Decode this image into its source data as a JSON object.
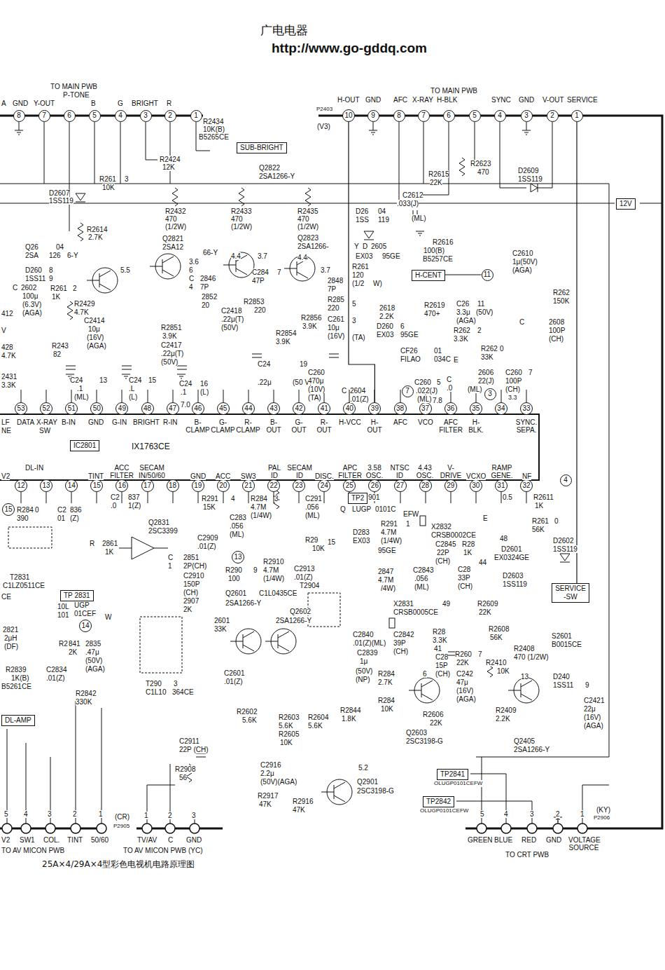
{
  "diagram": {
    "caption": "25A×4/29A×4型彩色电视机电路原理图",
    "nodes": [
      {
        "text": [
          "8"
        ]
      },
      {
        "text": [
          "7"
        ]
      },
      {
        "text": [
          "6"
        ]
      },
      {
        "text": [
          "5"
        ]
      },
      {
        "text": [
          "4"
        ]
      },
      {
        "text": [
          "3"
        ]
      },
      {
        "text": [
          "2"
        ]
      },
      {
        "text": [
          "1"
        ]
      },
      {
        "text": [
          "SUB-BRIGHT"
        ]
      },
      {
        "text": [
          "10"
        ]
      },
      {
        "text": [
          "9"
        ]
      },
      {
        "text": [
          "8"
        ]
      },
      {
        "text": [
          "7"
        ]
      },
      {
        "text": [
          "6"
        ]
      },
      {
        "text": [
          "5"
        ]
      },
      {
        "text": [
          "4"
        ]
      },
      {
        "text": [
          "3"
        ]
      },
      {
        "text": [
          "2"
        ]
      },
      {
        "text": [
          "1"
        ]
      },
      {
        "text": [
          "12V"
        ]
      },
      {
        "text": [
          "11"
        ]
      },
      {
        "text": [
          "H-CENT"
        ]
      },
      {
        "text": [
          "7"
        ]
      },
      {
        "text": [
          "3"
        ]
      },
      {
        "text": [
          "53"
        ]
      },
      {
        "text": [
          "52"
        ]
      },
      {
        "text": [
          "51"
        ]
      },
      {
        "text": [
          "50"
        ]
      },
      {
        "text": [
          "49"
        ]
      },
      {
        "text": [
          "48"
        ]
      },
      {
        "text": [
          "47"
        ]
      },
      {
        "text": [
          "46"
        ]
      },
      {
        "text": [
          "45"
        ]
      },
      {
        "text": [
          "44"
        ]
      },
      {
        "text": [
          "43"
        ]
      },
      {
        "text": [
          "42"
        ]
      },
      {
        "text": [
          "41"
        ]
      },
      {
        "text": [
          "40"
        ]
      },
      {
        "text": [
          "39"
        ]
      },
      {
        "text": [
          "38"
        ]
      },
      {
        "text": [
          "37"
        ]
      },
      {
        "text": [
          "36"
        ]
      },
      {
        "text": [
          "35"
        ]
      },
      {
        "text": [
          "34"
        ]
      },
      {
        "text": [
          "33"
        ]
      },
      {
        "text": [
          "IC2801"
        ]
      },
      {
        "text": [
          "12"
        ]
      },
      {
        "text": [
          "13"
        ]
      },
      {
        "text": [
          "14"
        ]
      },
      {
        "text": [
          "15"
        ]
      },
      {
        "text": [
          "16"
        ]
      },
      {
        "text": [
          "17"
        ]
      },
      {
        "text": [
          "18"
        ]
      },
      {
        "text": [
          "19"
        ]
      },
      {
        "text": [
          "20"
        ]
      },
      {
        "text": [
          "21"
        ]
      },
      {
        "text": [
          "22"
        ]
      },
      {
        "text": [
          "23"
        ]
      },
      {
        "text": [
          "24"
        ]
      },
      {
        "text": [
          "25"
        ]
      },
      {
        "text": [
          "26"
        ]
      },
      {
        "text": [
          "27"
        ]
      },
      {
        "text": [
          "28"
        ]
      },
      {
        "text": [
          "29"
        ]
      },
      {
        "text": [
          "30"
        ]
      },
      {
        "text": [
          "31"
        ]
      },
      {
        "text": [
          "32"
        ]
      },
      {
        "text": [
          "4"
        ]
      },
      {
        "text": [
          "TP2"
        ]
      },
      {
        "text": [
          "15"
        ]
      },
      {
        "text": [
          "TP 2831"
        ]
      },
      {
        "text": [
          "13"
        ]
      },
      {
        "text": [
          "14"
        ]
      },
      {
        "text": [
          "SERVICE -SW"
        ]
      },
      {
        "text": [
          "DL-AMP"
        ]
      },
      {
        "text": [
          "TP2841"
        ]
      },
      {
        "text": [
          "TP2842"
        ]
      }
    ],
    "edges": [
      {
        "from": 9,
        "to": 38,
        "arrow": "none"
      },
      {
        "from": 18,
        "to": 73,
        "arrow": "none"
      },
      {
        "from": 20,
        "to": 21,
        "arrow": "none"
      }
    ],
    "labels": [
      "广电电器",
      "http://www.go-gddq.com",
      "TO MAIN PWB",
      "P-TONE",
      "A",
      "GND",
      "Y-OUT",
      "B",
      "G",
      "BRIGHT",
      "R",
      "TO MAIN PWB",
      "H-OUT",
      "GND",
      "AFC",
      "X-RAY",
      "H-BLK",
      "SYNC",
      "GND",
      "V-OUT",
      "SERVICE",
      "P2403",
      "(V3)",
      "R2434",
      "10K(B)",
      "B5265CE",
      "R2424",
      "12K",
      "Q2822",
      "2SA1266-Y",
      "R261",
      "3",
      "10K",
      "D2607",
      "1SS119",
      "R2614",
      "2.7K",
      "Q26",
      "04",
      "2SA",
      "126",
      "6-Y",
      "D260",
      "8",
      "1SS11",
      "9",
      "5.5",
      "C",
      "2602",
      "100μ",
      "(6.3V)",
      "(AGA)",
      "R261",
      "1K",
      "2",
      "R2429",
      "4.7K",
      "C2414",
      "10μ",
      "(16V)",
      "(AGA)",
      "R243",
      "82",
      "412",
      "V",
      "428",
      "4.7K",
      "2431",
      "3.3K",
      "C24",
      ".1",
      "(ML)",
      "13",
      "C24",
      ".L",
      "(L)",
      "15",
      "R2432",
      "470",
      "(1/2W)",
      "Q2821",
      "2SA12",
      "66-Y",
      "3.6",
      "6",
      "C",
      "4",
      "R2433",
      "470",
      "(1/2W)",
      "4.4",
      "3.7",
      "C284",
      "47P",
      "7",
      "2846",
      "7P",
      "2852",
      "20",
      "R2853",
      "220",
      "C2418",
      ".22μ(T)",
      "(50V)",
      "R2851",
      "3.9K",
      "C2417",
      ".22μ(T)",
      "(50V)",
      "R2435",
      "470",
      "(1/2W)",
      "Q2823",
      "2SA1266-",
      "Y",
      "D",
      "2605",
      "4.4",
      "3.7",
      "2848",
      "7P",
      "R285",
      "220",
      "R2856",
      "3.9K",
      "C261",
      "10μ",
      "(16V)",
      "(TA)",
      "R2854",
      "3.9K",
      "C24",
      "19",
      ".22μ",
      "(50 V)",
      "C24",
      "16",
      ".1",
      "(L)",
      "7.0",
      "C260",
      "470μ",
      "(10V)",
      "(TA)",
      "D26",
      "04",
      "1SS",
      "119",
      "C2612",
      ".033(J)",
      "(ML)",
      "R2623",
      "470",
      "R2615",
      "22K",
      "D2609",
      "1SS119",
      "R2616",
      "100(B)",
      "B5257CE",
      "EX03",
      "95GE",
      "R261",
      "120",
      "(1/2",
      "W)",
      "5",
      "3",
      "2618",
      "2.2K",
      "D260",
      "6",
      "EX03",
      "95GE",
      "C2610",
      "1μ(50V)",
      "(AGA)",
      "R262",
      "150K",
      "R2619",
      "470+",
      "C26",
      "11",
      "3.3μ",
      "(50V)",
      "(AGA)",
      "R262",
      "2",
      "3.3K",
      "C",
      "2608",
      "100P",
      "(CH)",
      "R262",
      "0",
      "33K",
      "CF26",
      "01",
      "FILAO",
      "034C",
      "E",
      "2606",
      "22(J)",
      "(ML)",
      "C260",
      "7",
      "100P",
      "(CH)",
      "C",
      ".0",
      "C260",
      "5",
      ".022(J)",
      "(ML)",
      "C",
      "2604",
      ".01(Z)",
      "7.8",
      "3.3",
      "LF",
      "DATA",
      "NE",
      "X-RAY",
      "SW",
      "B-IN",
      "GND",
      "G-IN",
      "BRIGHT",
      "R-IN",
      "B- CLAMP",
      "G- CLAMP",
      "R- CLAMP",
      "B- OUT",
      "G- OUT",
      "R- OUT",
      "H-VCC",
      "H- OUT",
      "AFC",
      "VCO",
      "AFC FILTER",
      "H- BLK.",
      "SYNC. SEPA.",
      "IX1763CE",
      "V2",
      "DL-IN",
      "TINT",
      "ACC FILTER",
      "SECAM IN/50/60",
      "GND",
      "ACC",
      "SW3",
      "PAL ID",
      "SECAM ID",
      "DISC.",
      "APC FILTER",
      "3.58 OSC.",
      "NTSC ID",
      "4.43 OSC.",
      "V- DRIVE",
      "VCXO",
      "RAMP GENE.",
      "NF",
      "C2",
      ".0",
      "837",
      "1(Z)",
      "R284",
      "390",
      "0",
      "C2",
      "01",
      "836",
      "(Z)",
      "Q2831",
      "2SC3399",
      "R",
      "2861",
      "1K",
      "C",
      "1",
      "2851",
      "2P(CH)",
      "C2910",
      "150P",
      "(CH)",
      "2907",
      "2K",
      "T2831",
      "C1LZ0511CE",
      "CE",
      "10L",
      "101",
      "UGP",
      "01CEF",
      "W",
      "2821",
      "2μH",
      "(DF)",
      "R2",
      "841",
      "2K",
      "2835",
      ".47μ",
      "(50V)",
      "(AGA)",
      "R2839",
      "1K(B)",
      "C2834",
      ".01(Z)",
      "B5261CE",
      "R2842",
      "330K",
      "T290",
      "3",
      "C1L10",
      "364CE",
      "R291",
      "15K",
      "4",
      "C283",
      ".056",
      "(ML)",
      "C2909",
      ".01(Z)",
      "R290",
      "100",
      "Q2601",
      "C1L0435CE",
      "2SA1266-Y",
      "Q2602",
      "2601",
      "33K",
      "2SA1266-Y",
      "R284",
      "4.7M",
      "(1/4W)",
      "3",
      "C291",
      ".056",
      "(ML)",
      "R29",
      "10K",
      "15",
      "R2910",
      "4.7M",
      "(1/4W)",
      "9",
      "C2913",
      ".01(Z)",
      "T2904",
      "901",
      "Q",
      "LUGP",
      "0101C",
      "EFW",
      "R291",
      "4.7M",
      "(1/4W)",
      "1",
      "D283",
      "EX03",
      "95GE",
      "2847",
      "4.7M",
      "/4W)",
      "C2843",
      ".056",
      "(ML)",
      "X2832",
      "CRSB0002CE",
      "E",
      "C2845",
      "22P",
      "(CH)",
      "R28",
      "1K",
      "48",
      "44",
      "C28",
      "33P",
      "(CH)",
      "R2611",
      "1K",
      "0.5",
      "R261",
      "0",
      "56K",
      "D2601",
      "EX0324GE",
      "D2602",
      "1SS119",
      "D2603",
      "1SS119",
      "S2601",
      "B0015CE",
      "R2609",
      "22K",
      "R2608",
      "56K",
      "X2831",
      "CRSB0005CE",
      "C2840",
      ".01(Z)(ML)",
      "C2839",
      "1μ",
      "(50V)",
      "(NP)",
      "C2842",
      "39P",
      "(CH)",
      "R28",
      "3.3K",
      "49",
      "41",
      "C28",
      "15P",
      "(CH)",
      "R260",
      "22K",
      "7",
      "6",
      "R284",
      "2.7K",
      "R284",
      "10K",
      "R2844",
      "1.8K",
      "C242",
      "47μ",
      "(16V)",
      "(AGA)",
      "R2606",
      "22K",
      "Q2603",
      "2SC3198-G",
      "R2408",
      "470 (1/2W)",
      "R2410",
      "10K",
      "13",
      "R2409",
      "2.2K",
      "D240",
      "1SS11",
      "9",
      "C2421",
      "22μ",
      "(16V)",
      "(AGA)",
      "Q2405",
      "2SA1266-Y",
      "R2602",
      "5.6K",
      "R2603",
      "5.6K",
      "R2604",
      "5.6K",
      "R2605",
      "10K",
      "C2601",
      ".01(Z)",
      "C2911",
      "22P (CH)",
      "R2908",
      "56",
      "C2916",
      "2.2μ",
      "(50V)(AGA)",
      "R2917",
      "47K",
      "R2916",
      "47K",
      "5.2",
      "Q2901",
      "2SC3198-G",
      "OLUGP0101CEFW",
      "OLUGP0101CEFW",
      "5",
      "4",
      "3",
      "2",
      "1",
      "V2",
      "SW1",
      "COL.",
      "TINT",
      "50/60",
      "TO AV MICON PWB",
      "(CR)",
      "P2905",
      "1",
      "2",
      "3",
      "TV/AV",
      "C",
      "GND",
      "TO AV MICON PWB (YC)",
      "5",
      "4",
      "3",
      "2",
      "1",
      "(KY)",
      "P2906",
      "GREEN",
      "BLUE",
      "RED",
      "GND",
      "VOLTAGE SOURCE",
      "TO CRT PWB"
    ]
  }
}
